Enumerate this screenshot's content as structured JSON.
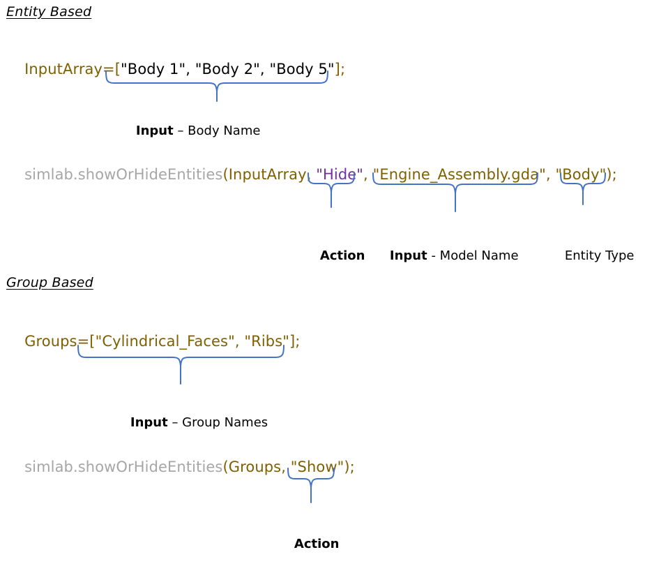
{
  "page": {
    "background": "#ffffff",
    "brace_color": "#4472c4",
    "colors": {
      "variable": "#7f6000",
      "string": "#000000",
      "function": "#a6a6a6",
      "action": "#7030a0",
      "text": "#000000"
    }
  },
  "sections": [
    {
      "id": "entity-based",
      "heading": "Entity Based",
      "lines": [
        {
          "id": "declaration",
          "tokens": [
            {
              "text": "InputArray=[",
              "style": "variable"
            },
            {
              "text": "\"Body 1\", \"Body 2\", \"Body 5\"",
              "style": "string"
            },
            {
              "text": "];",
              "style": "variable"
            }
          ]
        },
        {
          "id": "call",
          "tokens": [
            {
              "text": "simlab.showOrHideEntities",
              "style": "function"
            },
            {
              "text": "(InputArray, ",
              "style": "variable"
            },
            {
              "text": "\"Hide\"",
              "style": "action"
            },
            {
              "text": ", \"Engine_Assembly.gda\", \"Body\");",
              "style": "variable"
            }
          ]
        }
      ],
      "annotations": [
        {
          "id": "input-body-name",
          "bold": "Input",
          "rest": " – Body Name"
        },
        {
          "id": "action",
          "bold": "Action",
          "rest": ""
        },
        {
          "id": "input-model-name",
          "bold": "Input",
          "rest": " - Model Name"
        },
        {
          "id": "entity-type",
          "bold": "",
          "rest": "Entity Type"
        }
      ]
    },
    {
      "id": "group-based",
      "heading": "Group Based",
      "lines": [
        {
          "id": "declaration",
          "tokens": [
            {
              "text": "Groups=[\"Cylindrical_Faces\", \"Ribs\"];",
              "style": "variable"
            }
          ]
        },
        {
          "id": "call",
          "tokens": [
            {
              "text": "simlab.showOrHideEntities",
              "style": "function"
            },
            {
              "text": "(Groups, \"Show\");",
              "style": "variable"
            }
          ]
        }
      ],
      "annotations": [
        {
          "id": "input-group-names",
          "bold": "Input",
          "rest": " – Group Names"
        },
        {
          "id": "action",
          "bold": "Action",
          "rest": ""
        }
      ]
    }
  ],
  "text": {
    "heading_entity": "Entity Based",
    "heading_group": "Group Based",
    "code1_var_open": "InputArray=[",
    "code1_strings": "\"Body 1\", \"Body 2\", \"Body 5\"",
    "code1_var_close": "];",
    "code2_fn": "simlab.showOrHideEntities",
    "code2_args_a": "(InputArray, ",
    "code2_action": "\"Hide\"",
    "code2_args_b": ", \"Engine_Assembly.gda\", \"Body\");",
    "code3_all": "Groups=[\"Cylindrical_Faces\", \"Ribs\"];",
    "code4_fn": "simlab.showOrHideEntities",
    "code4_args": "(Groups, \"Show\");",
    "cap1_bold": "Input",
    "cap1_rest": " – Body Name",
    "cap2_bold": "Action",
    "cap3_bold": "Input",
    "cap3_rest": " - Model Name",
    "cap4_rest": "Entity Type",
    "cap5_bold": "Input",
    "cap5_rest": " – Group Names",
    "cap6_bold": "Action"
  }
}
